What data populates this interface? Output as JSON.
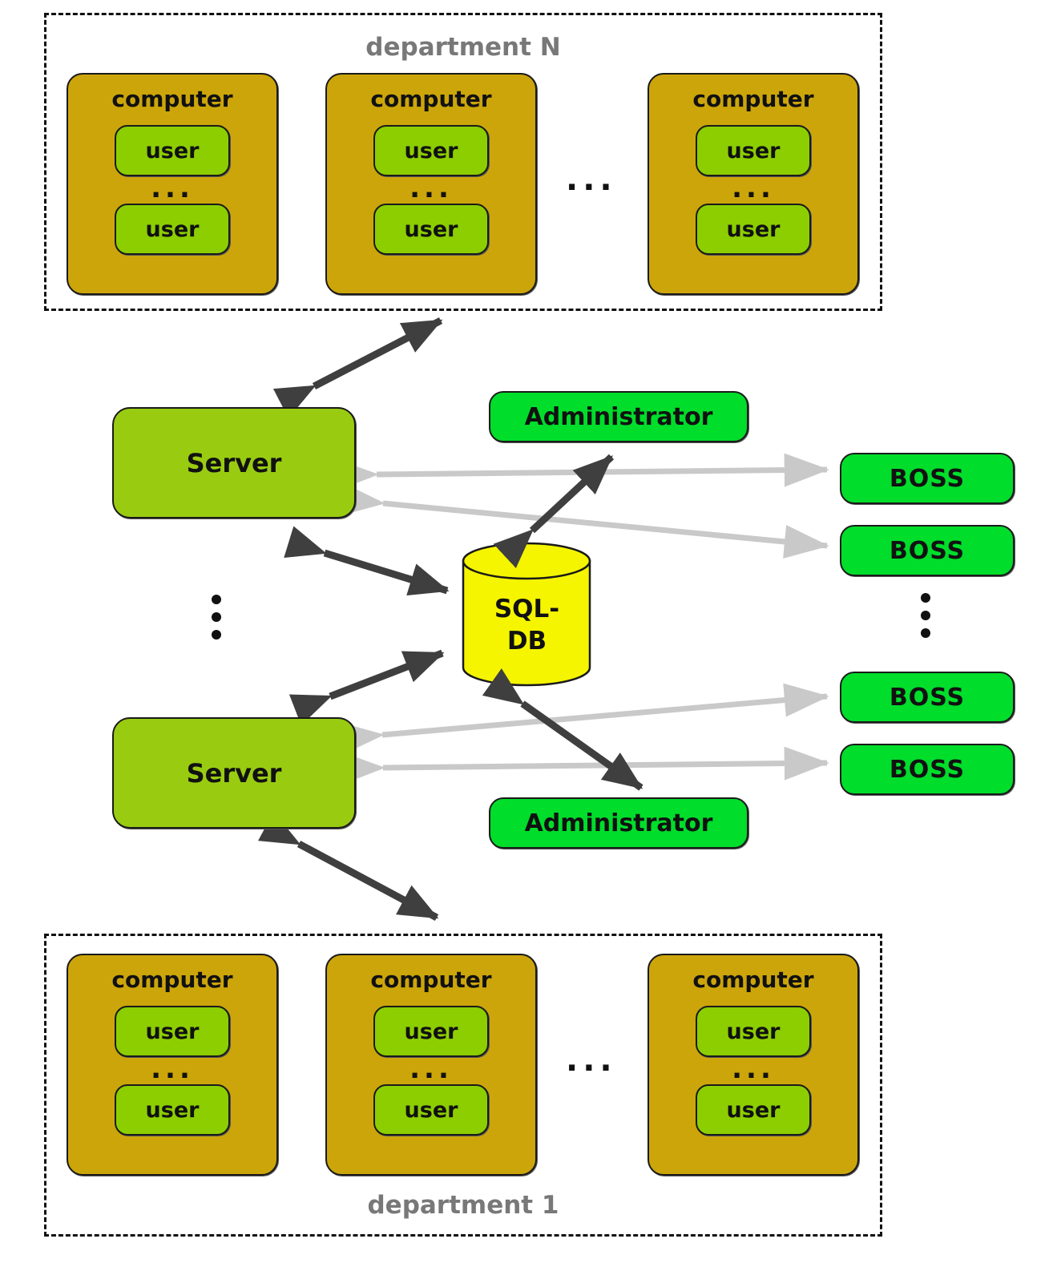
{
  "labels": {
    "computer": "computer",
    "user": "user",
    "ellipsis": "...",
    "server": "Server",
    "administrator": "Administrator",
    "boss": "BOSS",
    "sql_db": [
      "SQL-",
      "DB"
    ]
  },
  "departments": [
    {
      "name": "department N"
    },
    {
      "name": "department 1"
    }
  ],
  "colors": {
    "computer_fill": "#cca50a",
    "user_fill": "#8cce00",
    "server_fill": "#99cc11",
    "administrator_boss_fill": "#00dd2b",
    "sql_db_fill": "#f5f500",
    "dark_arrow": "#3f3f3f",
    "gray_arrow": "#c9c9c9",
    "department_label_color": "#787878",
    "border_color": "#1a1a1a"
  }
}
